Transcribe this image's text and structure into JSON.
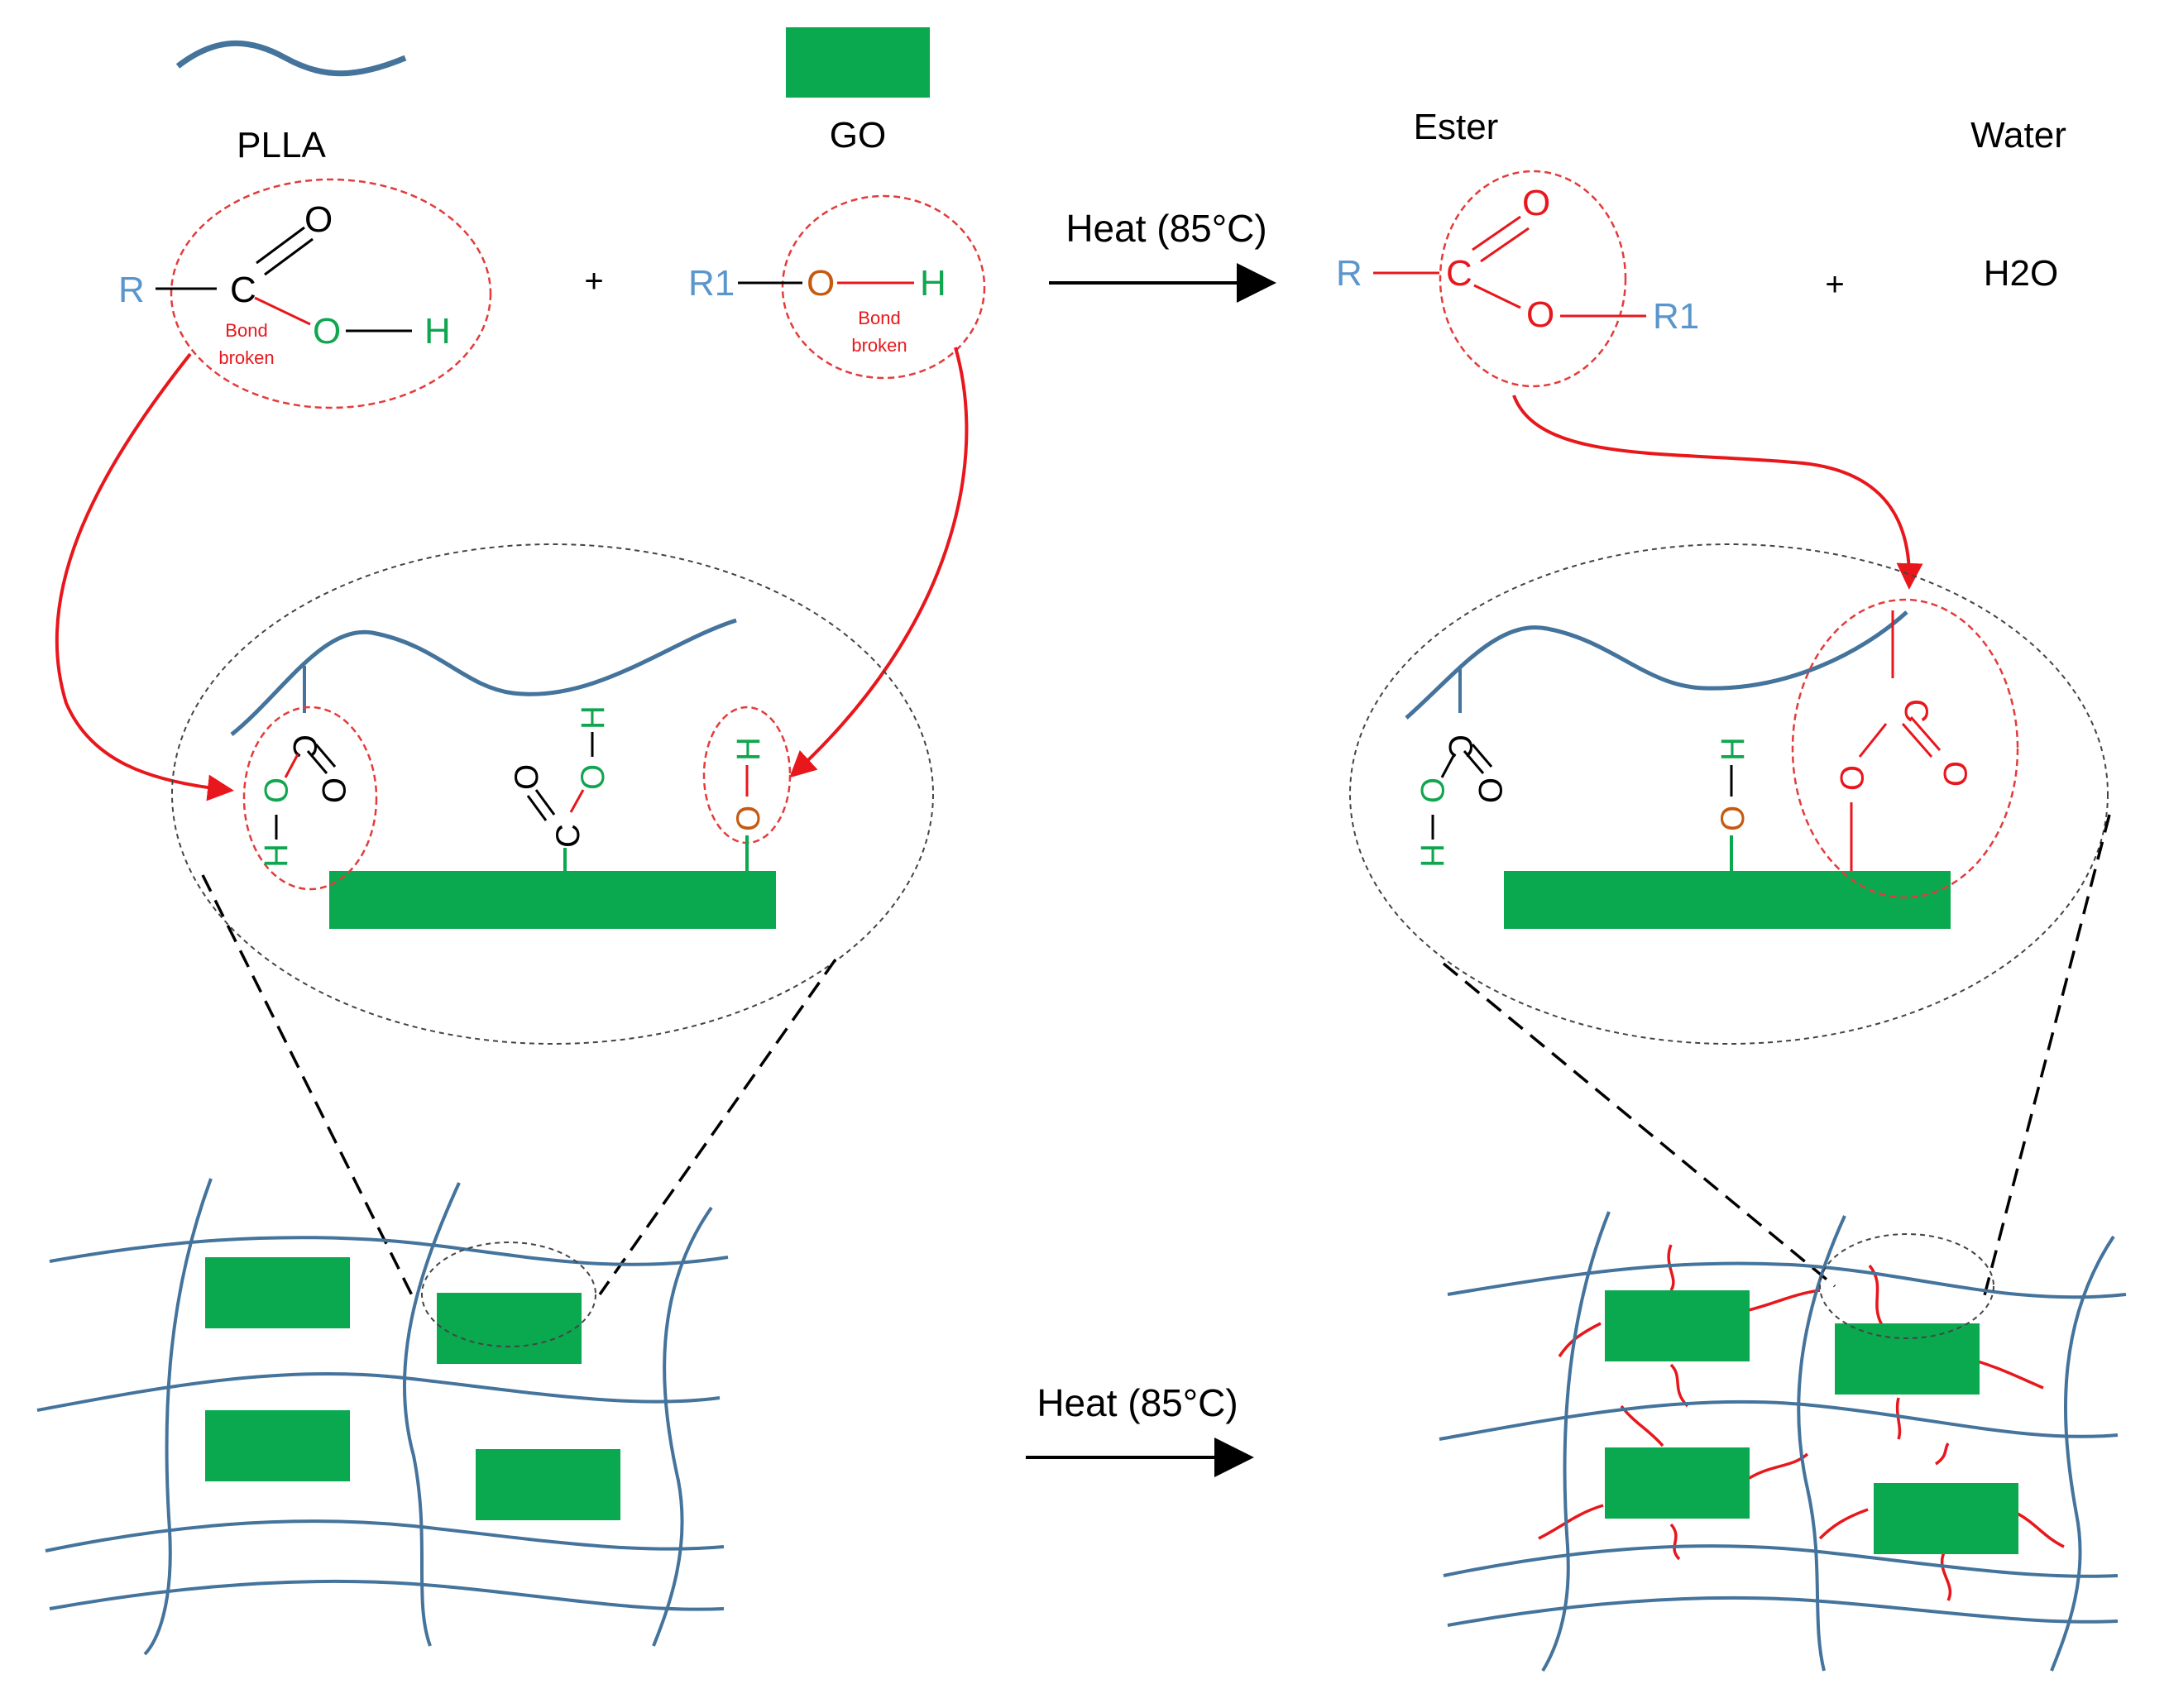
{
  "labels": {
    "plla": "PLLA",
    "go": "GO",
    "ester": "Ester",
    "water": "Water",
    "h2o": "H2O",
    "heat": "Heat (85°C)",
    "plus": "+",
    "bond_broken_line1": "Bond",
    "bond_broken_line2": "broken"
  },
  "atoms": {
    "R": "R",
    "R1": "R1",
    "C": "C",
    "O": "O",
    "H": "H"
  },
  "colors": {
    "chain": "#44739c",
    "go_sheet": "#0aa84f",
    "bond_red": "#e8171c",
    "r_blue": "#5a96cc",
    "oh_green": "#10a64f",
    "o_orange": "#c55a11",
    "black": "#000000",
    "circle_red": "#e33b3b",
    "circle_black": "#444444"
  }
}
